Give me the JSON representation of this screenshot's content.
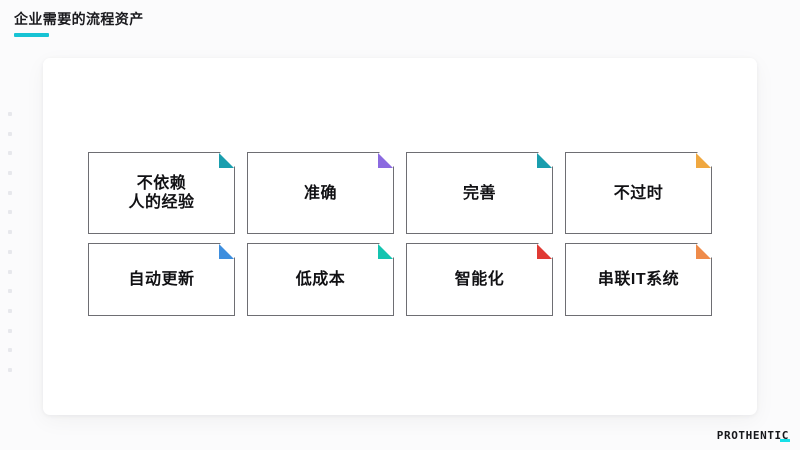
{
  "header": {
    "title": "企业需要的流程资产",
    "accent_color": "#17c3d4"
  },
  "panel": {
    "background_color": "#ffffff"
  },
  "cards": [
    {
      "label": "不依赖\n人的经验",
      "fold_color": "#1a9eae",
      "name": "card-not-dependent-on-human-experience"
    },
    {
      "label": "准确",
      "fold_color": "#8b6ae0",
      "name": "card-accurate"
    },
    {
      "label": "完善",
      "fold_color": "#1a9eae",
      "name": "card-complete"
    },
    {
      "label": "不过时",
      "fold_color": "#f0a840",
      "name": "card-not-outdated"
    },
    {
      "label": "自动更新",
      "fold_color": "#3d8ede",
      "name": "card-auto-update"
    },
    {
      "label": "低成本",
      "fold_color": "#14c4b0",
      "name": "card-low-cost"
    },
    {
      "label": "智能化",
      "fold_color": "#e03a34",
      "name": "card-intelligent"
    },
    {
      "label": "串联IT系统",
      "fold_color": "#ef8b4a",
      "name": "card-connect-it-systems"
    }
  ],
  "footer": {
    "logo_text": "PROTHENTIC",
    "logo_accent_color": "#17e0e8"
  },
  "decoration": {
    "dot_count": 14,
    "dot_color": "#e7e8ec"
  }
}
